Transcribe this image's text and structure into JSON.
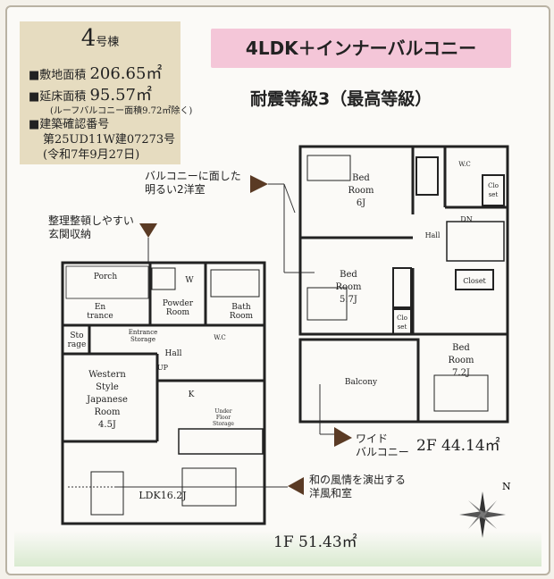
{
  "info": {
    "building_no": "4",
    "building_suffix": "号棟",
    "site_area_label": "■敷地面積",
    "site_area_value": "206.65㎡",
    "floor_area_label": "■延床面積",
    "floor_area_value": "95.57㎡",
    "floor_area_note": "(ルーフバルコニー面積9.72㎡除く)",
    "permit_label": "■建築確認番号",
    "permit_number": "第25UD11W建07273号",
    "permit_date": "(令和7年9月27日)"
  },
  "headline": "4LDK＋インナーバルコニー",
  "sub_headline": "耐震等級3（最高等級）",
  "annotations": {
    "balcony_room": [
      "バルコニーに面した",
      "明るい2洋室"
    ],
    "entrance_storage": [
      "整理整頓しやすい",
      "玄関収納"
    ],
    "wide_balcony": [
      "ワイド",
      "バルコニー"
    ],
    "western_japanese": [
      "和の風情を演出する",
      "洋風和室"
    ]
  },
  "floor1": {
    "label": "1F 51.43㎡",
    "rooms": {
      "porch": "Porch",
      "entrance": [
        "En",
        "trance"
      ],
      "storage": [
        "Sto",
        "rage"
      ],
      "powder": [
        "Powder",
        "Room"
      ],
      "bath": [
        "Bath",
        "Room"
      ],
      "entrance_storage": [
        "Entrance",
        "Storage"
      ],
      "hall": "Hall",
      "up": "UP",
      "wc": "W.C",
      "w": "W",
      "k": "K",
      "under_floor": [
        "Under",
        "Floor",
        "Storage"
      ],
      "western": [
        "Western",
        "Style",
        "Japanese",
        "Room",
        "4.5J"
      ],
      "ldk": "LDK16.2J"
    }
  },
  "floor2": {
    "label": "2F 44.14㎡",
    "rooms": {
      "bed1": [
        "Bed",
        "Room",
        "6J"
      ],
      "bed2": [
        "Bed",
        "Room",
        "5.7J"
      ],
      "bed3": [
        "Bed",
        "Room",
        "7.2J"
      ],
      "closet": "Closet",
      "closet_short": [
        "Clo",
        "set"
      ],
      "wc": "W.C",
      "dn": "DN",
      "hall": "Hall",
      "balcony": "Balcony"
    }
  },
  "compass": "N"
}
